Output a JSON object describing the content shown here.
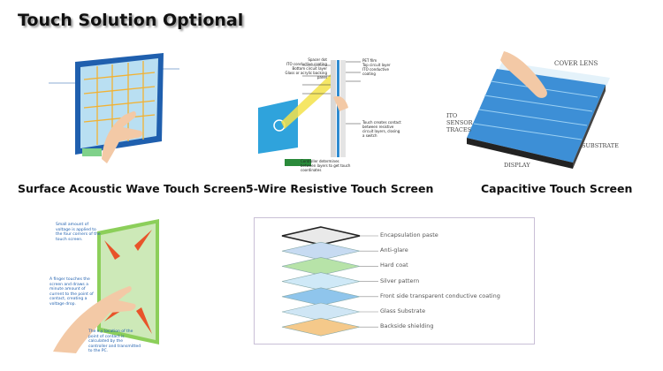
{
  "title": "Touch Solution Optional",
  "captions": {
    "saw": "Surface Acoustic Wave Touch Screen",
    "resistive": "5-Wire Resistive Touch Screen",
    "capacitive": "Capacitive Touch Screen"
  },
  "resistive_labels": {
    "spacer_dot": "Spacer dot",
    "ito_coating": "ITO conductive coating",
    "bottom_layer": "Bottom circuit layer",
    "glass": "Glass or acrylic backing panel",
    "pet": "PET film",
    "top_layer": "Top circuit layer",
    "ito_coating2": "ITO conductive coating",
    "touch_contact": "Touch creates contact between resistive circuit layers, closing a switch",
    "controller": "Controller determines between layers to get touch coordinates"
  },
  "capacitive_labels": {
    "cover_lens": "COVER LENS",
    "ito_sensor": "ITO SENSOR TRACES",
    "substrate": "SUBSTRATE",
    "display": "DISPLAY"
  },
  "surface_cap_labels": {
    "voltage": "Small amount of voltage is applied to the four corners of the touch screen.",
    "finger": "A finger touches the screen and draws a minute amount of current to the point of contact, creating a voltage drop.",
    "xy": "The x,y location of the point of contact is calculated by the controller and transmitted to the PC."
  },
  "layers": [
    {
      "label": "Encapsulation paste",
      "color": "#e9e9e9"
    },
    {
      "label": "Anti-glare",
      "color": "#c7dbf2"
    },
    {
      "label": "Hard coat",
      "color": "#b7e3a8"
    },
    {
      "label": "Silver pattern",
      "color": "#cfe9f7"
    },
    {
      "label": "Front side transparent conductive coating",
      "color": "#8fc5ec"
    },
    {
      "label": "Glass Substrate",
      "color": "#cfe6f5"
    },
    {
      "label": "Backside shielding",
      "color": "#f5c98a"
    }
  ]
}
